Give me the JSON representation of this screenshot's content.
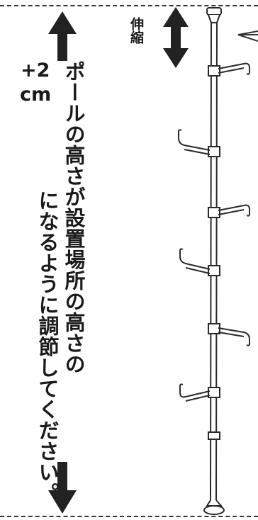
{
  "diagram": {
    "adjust_label": "伸縮",
    "note_amount_line1": "+2",
    "note_amount_line2": "cm",
    "note_line_main": "ポールの高さが設置場所の高さの",
    "note_line_sub": "になるように調節してください。",
    "icons": [
      "arrow-up-icon",
      "arrow-down-icon",
      "double-arrow-vertical-icon",
      "pole-with-hooks-icon"
    ]
  }
}
